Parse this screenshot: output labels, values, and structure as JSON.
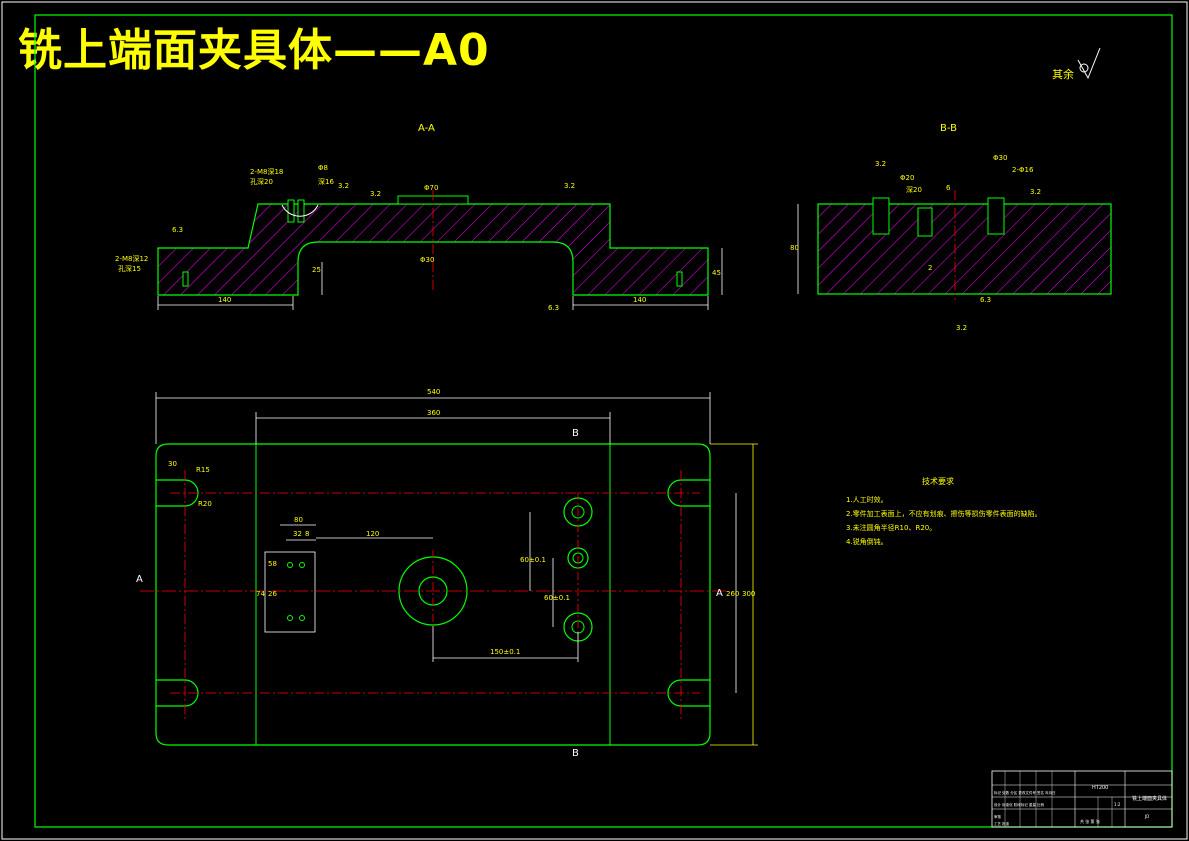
{
  "drawing": {
    "title": "铣上端面夹具体——A0",
    "surface_note": "其余",
    "section_aa_label": "A-A",
    "section_bb_label": "B-B",
    "plan_label_a_left": "A",
    "plan_label_a_right": "A",
    "plan_label_b_top": "B",
    "plan_label_b_bottom": "B"
  },
  "dims_aa": {
    "hole_note_1": "2-M8深18",
    "hole_note_2": "孔深20",
    "dia_pin": "Φ8",
    "depth_pin": "深16",
    "rough_1": "3.2",
    "rough_2": "3.2",
    "dia_70": "Φ70",
    "rough_3": "3.2",
    "dia_30": "Φ30",
    "rough_left": "6.3",
    "left_hole_1": "2-M8深12",
    "left_hole_2": "孔深15",
    "dim_140_left": "140",
    "dim_140_right": "140",
    "dim_height": "45",
    "dim_mid": "25",
    "rough_bottom": "6.3"
  },
  "dims_bb": {
    "dia_30": "Φ30",
    "hole_note": "2-Φ16",
    "dia_20": "Φ20",
    "depth": "深20",
    "rough_1": "3.2",
    "rough_2": "3.2",
    "height": "80",
    "rough_bottom": "6.3",
    "small_1": "2",
    "small_2": "6",
    "small_3": "3.2"
  },
  "dims_plan": {
    "overall_width": "540",
    "inner_width": "360",
    "slot_30": "30",
    "r15": "R15",
    "r20": "R20",
    "dim_80": "80",
    "dim_32": "32",
    "dim_8": "8",
    "dim_120": "120",
    "dim_58": "58",
    "dim_26": "26",
    "dim_74": "74",
    "dim_60a": "60±0.1",
    "dim_60b": "60±0.1",
    "dim_150": "150±0.1",
    "dim_260": "260",
    "dim_300": "300"
  },
  "tech": {
    "heading": "技术要求",
    "items": [
      "1.人工时效。",
      "2.零件加工表面上，不应有划痕、擦伤等损伤零件表面的缺陷。",
      "3.未注圆角半径R10、R20。",
      "4.锐角倒钝。"
    ]
  },
  "titleblock": {
    "material": "HT200",
    "name": "铣上端面夹具体",
    "row_1": "标记 处数 分区 更改文件号 签名 年月日",
    "row_2": "设计 标准化 阶段标记 重量 比例",
    "row_3": "审核",
    "row_4": "工艺 批准",
    "scale": "1:2",
    "sheet": "共 张 第 张",
    "code": "JD"
  },
  "colors": {
    "frame": "#00ff00",
    "outline": "#00ff00",
    "hatch": "#ff00ff",
    "dimension": "#ffffff",
    "text": "#ffff00",
    "centerline": "#ff0000"
  }
}
